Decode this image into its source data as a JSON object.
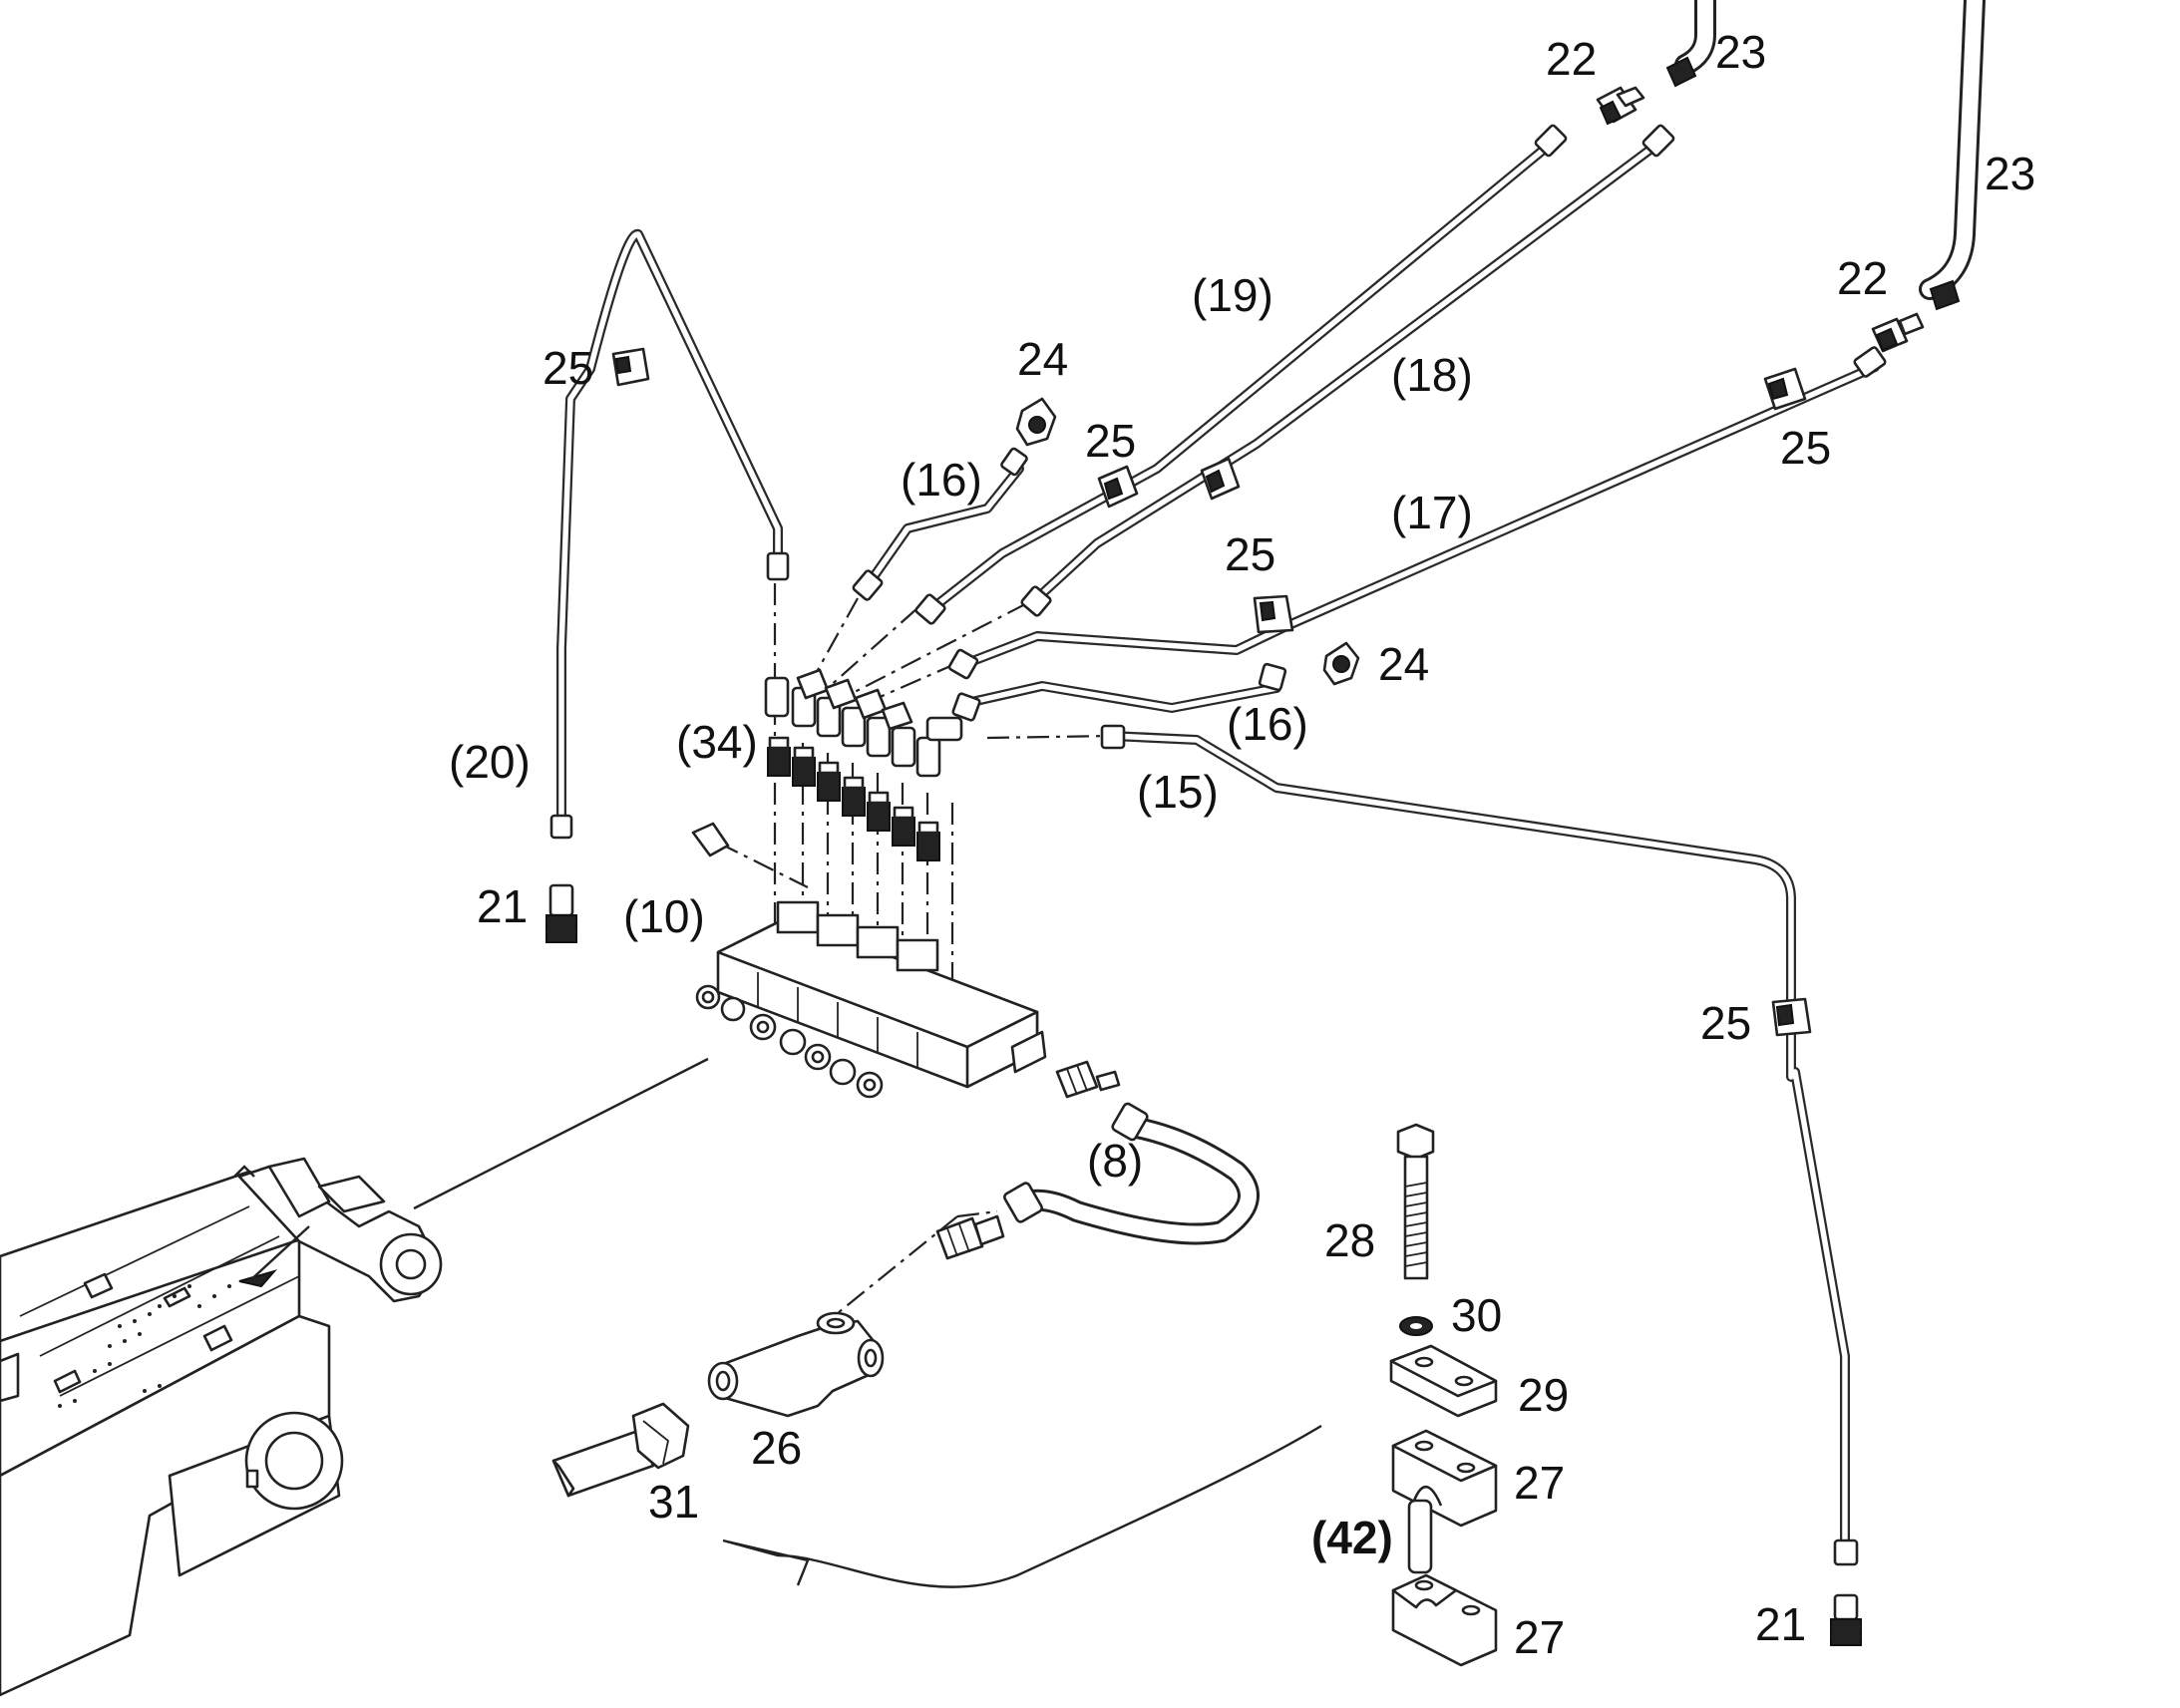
{
  "labels": {
    "n8": "(8)",
    "n10": "(10)",
    "n15": "(15)",
    "n16": "(16)",
    "n16b": "(16)",
    "n17": "(17)",
    "n18": "(18)",
    "n19": "(19)",
    "n20": "(20)",
    "n21": "21",
    "n21b": "21",
    "n22": "22",
    "n22b": "22",
    "n23": "23",
    "n23b": "23",
    "n24": "24",
    "n24b": "24",
    "n25a": "25",
    "n25b": "25",
    "n25c": "25",
    "n25d": "25",
    "n25e": "25",
    "n26": "26",
    "n27": "27",
    "n27b": "27",
    "n28": "28",
    "n29": "29",
    "n30": "30",
    "n31": "31",
    "n34": "(34)",
    "n42": "(42)"
  }
}
